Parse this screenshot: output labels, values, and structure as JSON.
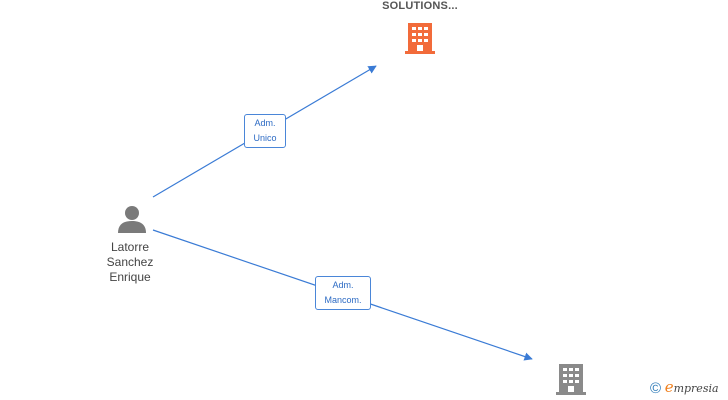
{
  "nodes": {
    "company_top": {
      "title": "SOLUTIONS...",
      "icon": "building-icon",
      "color": "#f26b3a"
    },
    "company_bottom": {
      "title": "",
      "icon": "building-icon",
      "color": "#8a8a8a"
    },
    "person": {
      "icon": "person-icon",
      "color": "#7a7a7a",
      "name_lines": [
        "Latorre",
        "Sanchez",
        "Enrique"
      ]
    }
  },
  "edges": [
    {
      "from": "person",
      "to": "company_top",
      "role_lines": [
        "Adm.",
        "Unico"
      ]
    },
    {
      "from": "person",
      "to": "company_bottom",
      "role_lines": [
        "Adm.",
        "Mancom."
      ]
    }
  ],
  "colors": {
    "edge": "#3a7bd5",
    "role_text": "#2d6bc4"
  },
  "watermark": {
    "copyright": "©",
    "brand_initial": "e",
    "brand_rest": "mpresia"
  }
}
